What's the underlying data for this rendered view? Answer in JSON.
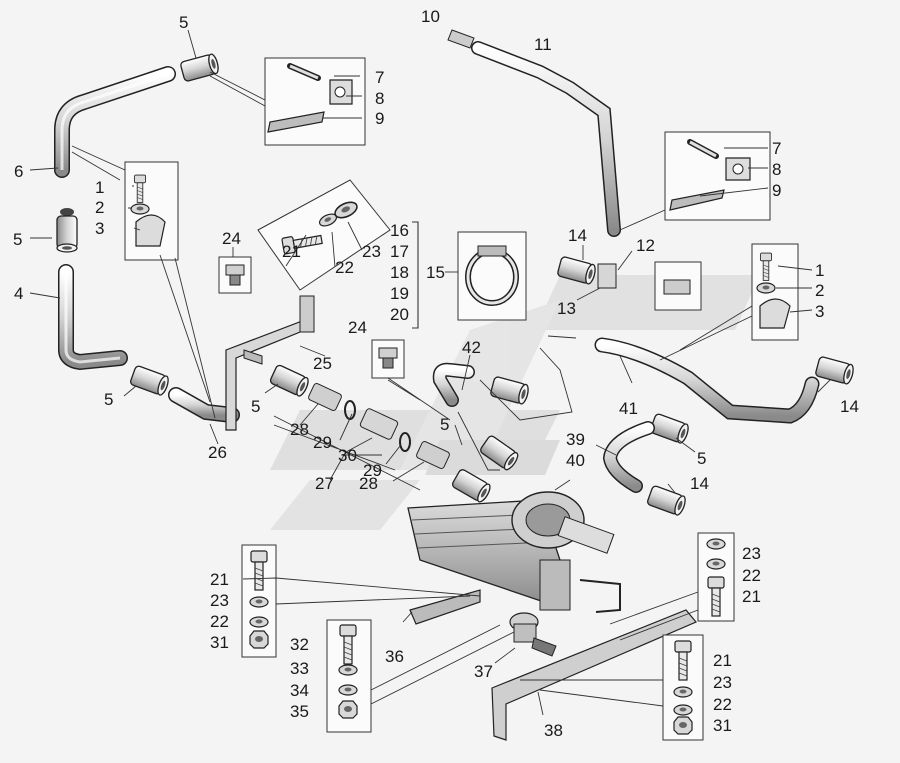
{
  "callouts": [
    {
      "id": "c10",
      "text": "10"
    },
    {
      "id": "c11",
      "text": "11"
    },
    {
      "id": "c5a",
      "text": "5"
    },
    {
      "id": "c7a",
      "text": "7"
    },
    {
      "id": "c8a",
      "text": "8"
    },
    {
      "id": "c9a",
      "text": "9"
    },
    {
      "id": "c6",
      "text": "6"
    },
    {
      "id": "c1a",
      "text": "1"
    },
    {
      "id": "c2a",
      "text": "2"
    },
    {
      "id": "c3a",
      "text": "3"
    },
    {
      "id": "c5b",
      "text": "5"
    },
    {
      "id": "c4",
      "text": "4"
    },
    {
      "id": "c5c",
      "text": "5"
    },
    {
      "id": "c24a",
      "text": "24"
    },
    {
      "id": "c21a",
      "text": "21"
    },
    {
      "id": "c22a",
      "text": "22"
    },
    {
      "id": "c23a",
      "text": "23"
    },
    {
      "id": "c16",
      "text": "16"
    },
    {
      "id": "c17",
      "text": "17"
    },
    {
      "id": "c18",
      "text": "18"
    },
    {
      "id": "c19",
      "text": "19"
    },
    {
      "id": "c20",
      "text": "20"
    },
    {
      "id": "c15",
      "text": "15"
    },
    {
      "id": "c14a",
      "text": "14"
    },
    {
      "id": "c12",
      "text": "12"
    },
    {
      "id": "c13",
      "text": "13"
    },
    {
      "id": "c7b",
      "text": "7"
    },
    {
      "id": "c8b",
      "text": "8"
    },
    {
      "id": "c9b",
      "text": "9"
    },
    {
      "id": "c1b",
      "text": "1"
    },
    {
      "id": "c2b",
      "text": "2"
    },
    {
      "id": "c3b",
      "text": "3"
    },
    {
      "id": "c24b",
      "text": "24"
    },
    {
      "id": "c25",
      "text": "25"
    },
    {
      "id": "c42",
      "text": "42"
    },
    {
      "id": "c5d",
      "text": "5"
    },
    {
      "id": "c26",
      "text": "26"
    },
    {
      "id": "c28a",
      "text": "28"
    },
    {
      "id": "c29a",
      "text": "29"
    },
    {
      "id": "c30",
      "text": "30"
    },
    {
      "id": "c29b",
      "text": "29"
    },
    {
      "id": "c27",
      "text": "27"
    },
    {
      "id": "c28b",
      "text": "28"
    },
    {
      "id": "c5e",
      "text": "5"
    },
    {
      "id": "c41",
      "text": "41"
    },
    {
      "id": "c14b",
      "text": "14"
    },
    {
      "id": "c39",
      "text": "39"
    },
    {
      "id": "c40",
      "text": "40"
    },
    {
      "id": "c5f",
      "text": "5"
    },
    {
      "id": "c14c",
      "text": "14"
    },
    {
      "id": "c21b",
      "text": "21"
    },
    {
      "id": "c23b",
      "text": "23"
    },
    {
      "id": "c22b",
      "text": "22"
    },
    {
      "id": "c31a",
      "text": "31"
    },
    {
      "id": "c32",
      "text": "32"
    },
    {
      "id": "c33",
      "text": "33"
    },
    {
      "id": "c34",
      "text": "34"
    },
    {
      "id": "c35",
      "text": "35"
    },
    {
      "id": "c36",
      "text": "36"
    },
    {
      "id": "c37",
      "text": "37"
    },
    {
      "id": "c38",
      "text": "38"
    },
    {
      "id": "c23c",
      "text": "23"
    },
    {
      "id": "c22c",
      "text": "22"
    },
    {
      "id": "c21c",
      "text": "21"
    },
    {
      "id": "c21d",
      "text": "21"
    },
    {
      "id": "c23d",
      "text": "23"
    },
    {
      "id": "c22d",
      "text": "22"
    },
    {
      "id": "c31b",
      "text": "31"
    }
  ]
}
